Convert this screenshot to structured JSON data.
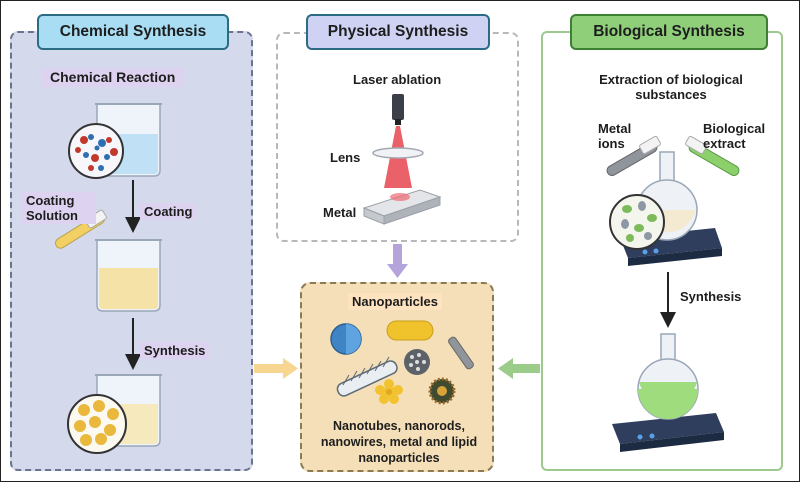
{
  "panels": {
    "chemical": {
      "title": "Chemical Synthesis",
      "reaction_label": "Chemical Reaction",
      "coating_solution_label": "Coating Solution",
      "coating_label": "Coating",
      "synthesis_label": "Synthesis"
    },
    "physical": {
      "title": "Physical Synthesis",
      "laser_label": "Laser ablation",
      "lens_label": "Lens",
      "metal_label": "Metal"
    },
    "biological": {
      "title": "Biological Synthesis",
      "extraction_label": "Extraction of biological substances",
      "metal_ions_label": "Metal ions",
      "biological_extract_label": "Biological extract",
      "synthesis_label": "Synthesis"
    },
    "nanoparticles": {
      "title": "Nanoparticles",
      "description": "Nanotubes, nanorods, nanowires, metal and lipid nanoparticles"
    }
  },
  "icons": [
    "beaker-blue-icon",
    "molecule-circle-icon",
    "test-tube-yellow-icon",
    "beaker-yellow-icon",
    "particle-circle-icon",
    "beaker-mixed-icon",
    "laser-icon",
    "lens-icon",
    "metal-bar-icon",
    "test-tube-gray-icon",
    "test-tube-green-icon",
    "flask-on-stirrer-icon",
    "green-flask-icon",
    "sphere-icon",
    "capsule-icon",
    "rod-icon",
    "nanotube-icon",
    "lattice-sphere-icon",
    "flower-particle-icon",
    "spiky-particle-icon"
  ],
  "colors": {
    "chemical_bg": "#d4d9ec",
    "chemical_title": "#a9ddf3",
    "physical_title": "#cfd2f3",
    "biological_title": "#8fcf7a",
    "nanoparticles_bg": "#f4dfb8",
    "arrow_yellow": "#f6d690",
    "arrow_purple": "#b5a4dc",
    "arrow_green": "#9ccc8a"
  }
}
